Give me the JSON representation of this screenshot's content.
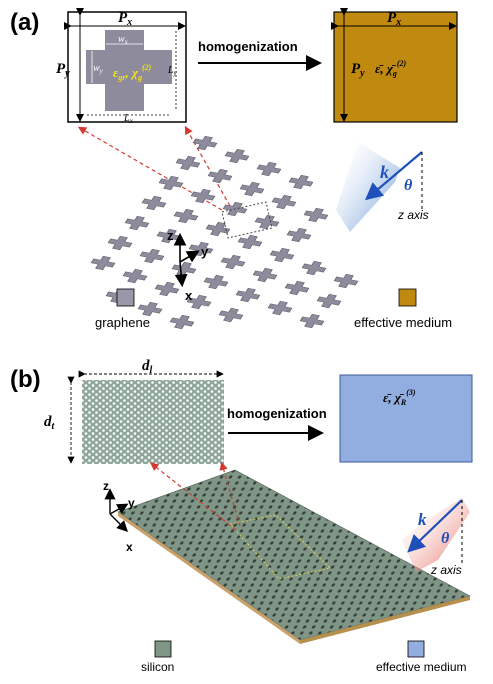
{
  "panel_a": {
    "label": "(a)",
    "unit_cell": {
      "px": "P",
      "px_sub": "x",
      "py": "P",
      "py_sub": "y",
      "wx": "w",
      "wx_sub": "x",
      "wy": "w",
      "wy_sub": "y",
      "lx": "L",
      "lx_sub": "x",
      "ly": "L",
      "ly_sub": "y",
      "material": "ε",
      "material_sub": "gr",
      "chi": ", χ",
      "chi_sub": "g",
      "chi_sup": "(2)"
    },
    "arrow_label": "homogenization",
    "effective": {
      "px": "P",
      "px_sub": "x",
      "py": "P",
      "py_sub": "y",
      "eps": "ε̄",
      "chi": ", χ̄",
      "chi_sub": "g",
      "chi_sup": "(2)"
    },
    "axes": {
      "z": "z",
      "y": "y",
      "x": "x"
    },
    "beam": {
      "k": "k",
      "theta": "θ",
      "axis": "z axis"
    },
    "legend": [
      {
        "label": "graphene",
        "color": "#9b97a8"
      },
      {
        "label": "effective medium",
        "color": "#c08a10"
      }
    ]
  },
  "panel_b": {
    "label": "(b)",
    "sample": {
      "dl": "d",
      "dl_sub": "l",
      "dt": "d",
      "dt_sub": "t"
    },
    "arrow_label": "homogenization",
    "effective": {
      "eps": "ε̄",
      "chi": ", χ̄",
      "chi_sub": "R",
      "chi_sup": "(3)"
    },
    "axes": {
      "z": "z",
      "y": "y",
      "x": "x"
    },
    "beam": {
      "k": "k",
      "theta": "θ",
      "axis": "z axis"
    },
    "legend": [
      {
        "label": "silicon",
        "color": "#7f9687"
      },
      {
        "label": "effective medium",
        "color": "#92aee0"
      }
    ]
  }
}
